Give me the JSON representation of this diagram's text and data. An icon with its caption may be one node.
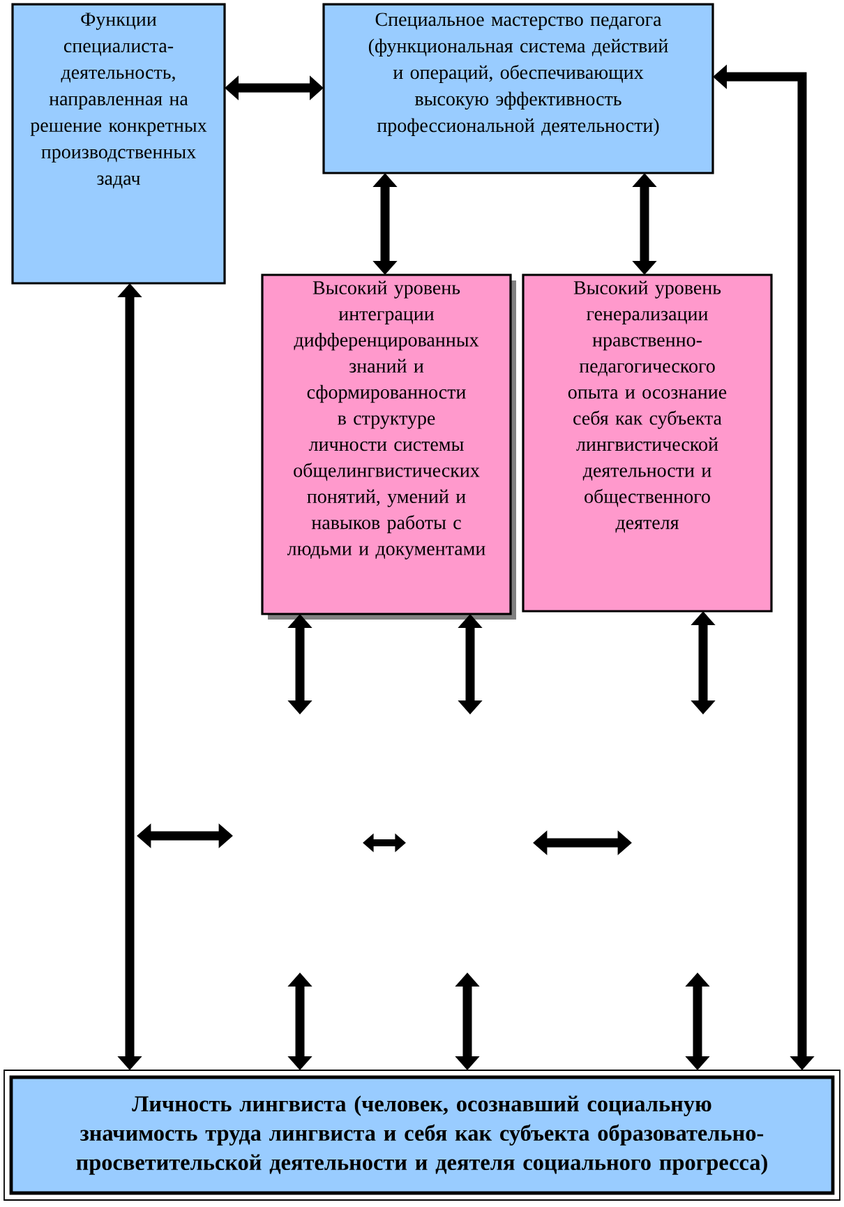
{
  "diagram": {
    "nodes": [
      {
        "text": [
          "Функции специалиста-деятельность, направленная на решение конкретных производственных задач"
        ]
      },
      {
        "text": [
          "Специальное мастерство педагога (функциональная система действий и операций, обеспечивающих высокую эффективность профессиональной деятельности)"
        ]
      },
      {
        "text": [
          "Высокий уровень интеграции дифференцированных знаний и сформированности в структуре личности системы общелингвистических понятий, умений и навыков работы с людьми и документами"
        ]
      },
      {
        "text": [
          "Высокий уровень генерализации нравственно-педагогического опыта и осознание себя как субъекта лингвистической деятельности и общественного деятеля"
        ]
      },
      {
        "text": [
          "Личность лингвиста (человек, осознавший социальную значимость труда лингвиста и себя как субъекта образовательно-просветительской деятельности и деятеля социального прогресса)"
        ]
      }
    ],
    "edges": [
      {
        "from": 0,
        "to": 1,
        "arrow": "both"
      },
      {
        "from": 1,
        "to": 2,
        "arrow": "both"
      },
      {
        "from": 1,
        "to": 3,
        "arrow": "both"
      },
      {
        "from": 0,
        "to": 4,
        "arrow": "both"
      },
      {
        "from": 1,
        "to": 4,
        "arrow": "both"
      },
      {
        "from": 2,
        "to": null,
        "arrow": "both"
      },
      {
        "from": 2,
        "to": null,
        "arrow": "both"
      },
      {
        "from": 3,
        "to": null,
        "arrow": "both"
      },
      {
        "from": null,
        "to": 4,
        "arrow": "both"
      },
      {
        "from": null,
        "to": 4,
        "arrow": "both"
      },
      {
        "from": null,
        "to": 4,
        "arrow": "both"
      }
    ]
  }
}
